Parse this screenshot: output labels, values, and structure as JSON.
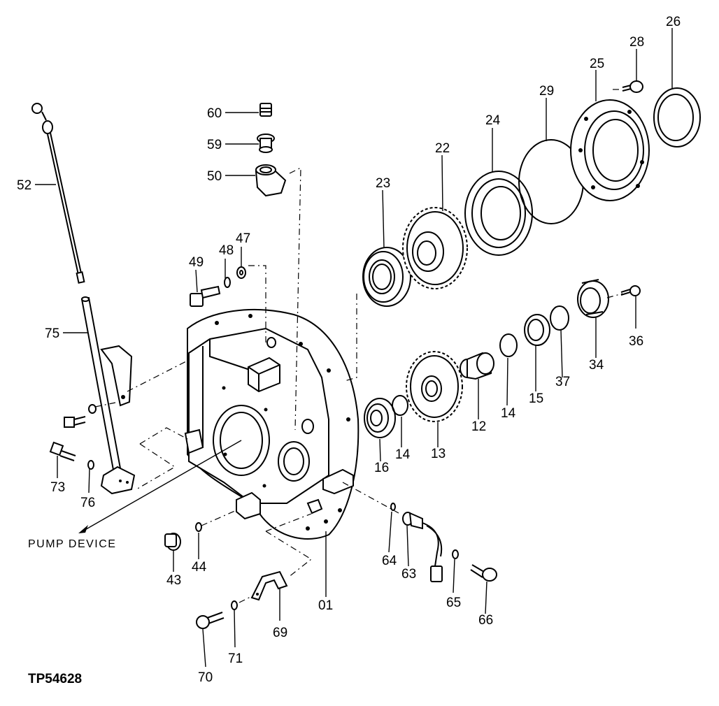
{
  "diagram": {
    "part_labels": {
      "p01": "01",
      "p12": "12",
      "p13": "13",
      "p14a": "14",
      "p14b": "14",
      "p15": "15",
      "p16": "16",
      "p22": "22",
      "p23": "23",
      "p24": "24",
      "p25": "25",
      "p26": "26",
      "p28": "28",
      "p29": "29",
      "p34": "34",
      "p36": "36",
      "p37": "37",
      "p43": "43",
      "p44": "44",
      "p47": "47",
      "p48": "48",
      "p49": "49",
      "p50": "50",
      "p52": "52",
      "p59": "59",
      "p60": "60",
      "p63": "63",
      "p64": "64",
      "p65": "65",
      "p66": "66",
      "p69": "69",
      "p70": "70",
      "p71": "71",
      "p73": "73",
      "p75": "75",
      "p76": "76"
    },
    "callout": "PUMP DEVICE",
    "reference_code": "TP54628"
  }
}
